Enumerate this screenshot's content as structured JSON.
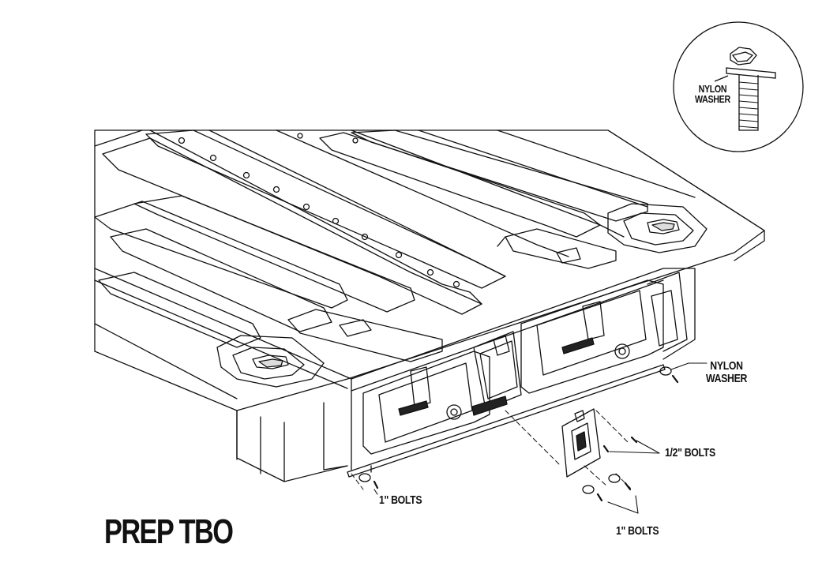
{
  "title": "PREP TBO",
  "callouts": {
    "inset_washer_line1": "NYLON",
    "inset_washer_line2": "WASHER",
    "nylon_washer_line1": "NYLON",
    "nylon_washer_line2": "WASHER",
    "half_inch_bolts": "1/2\" BOLTS",
    "one_inch_bolts_left": "1\" BOLTS",
    "one_inch_bolts_right": "1\" BOLTS"
  },
  "colors": {
    "line": "#111111",
    "background": "#ffffff",
    "fill_dark": "#222222"
  }
}
